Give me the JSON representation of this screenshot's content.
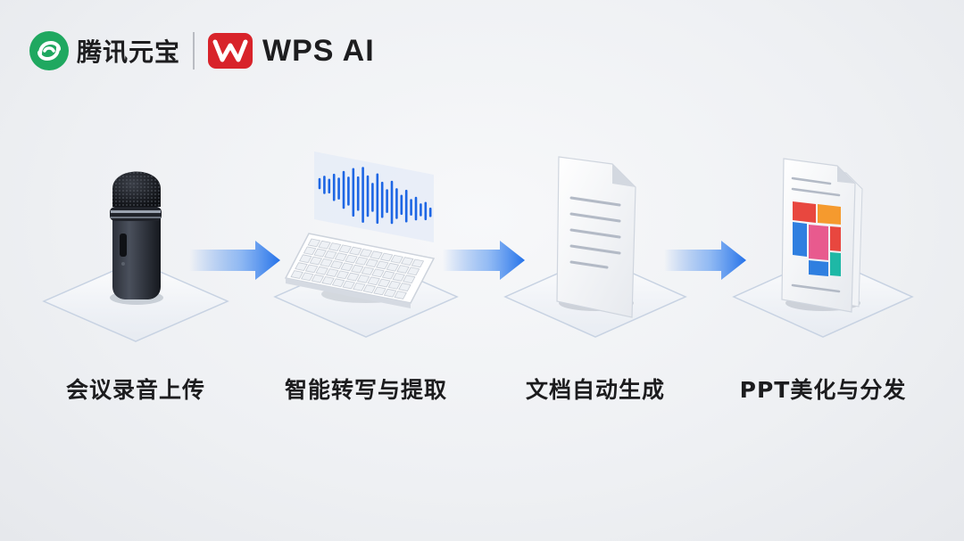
{
  "brand": {
    "yuanbao_name": "腾讯元宝",
    "wps_name": "WPS AI",
    "yuanbao_color": "#1fa860",
    "wps_color": "#d8232a"
  },
  "steps": [
    {
      "label": "会议录音上传",
      "icon": "microphone-icon"
    },
    {
      "label": "智能转写与提取",
      "icon": "keyboard-waveform-icon"
    },
    {
      "label": "文档自动生成",
      "icon": "document-icon"
    },
    {
      "label": "PPT美化与分发",
      "icon": "ppt-document-icon"
    }
  ],
  "colors": {
    "arrow": "#1a6be8",
    "accent_red": "#e8473f",
    "accent_orange": "#f59a2e",
    "accent_pink": "#e85a8e",
    "accent_blue": "#2f7fe0",
    "accent_teal": "#1eb8a6"
  }
}
